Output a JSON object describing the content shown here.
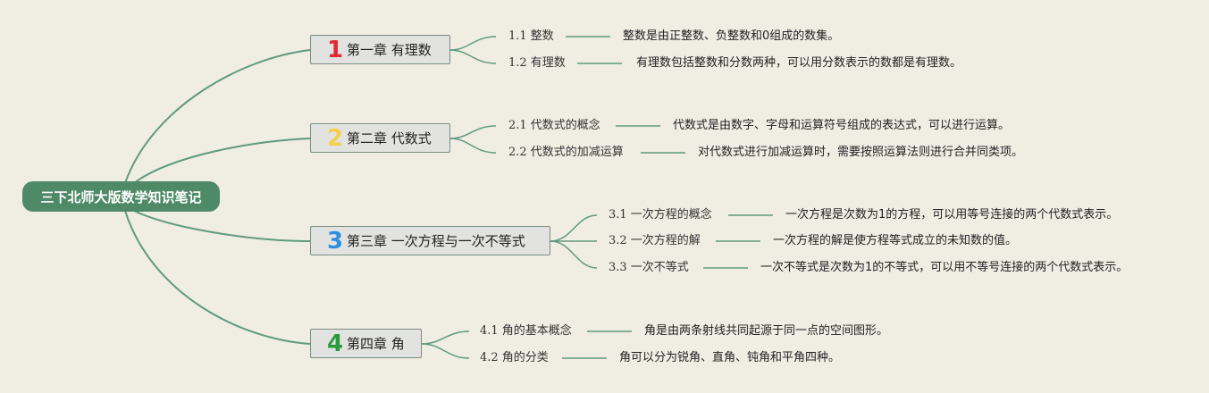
{
  "root": {
    "title": "三下北师大版数学知识笔记"
  },
  "colors": {
    "background": "#f0ede3",
    "root_fill": "#4e8a66",
    "branch_line": "#5f9a80",
    "chapter_fill": "#e2e3e1",
    "chapter_number_colors": [
      "#e02b35",
      "#f4cf4b",
      "#2e8fe0",
      "#2b9a3d"
    ]
  },
  "chapters": [
    {
      "number": "1",
      "title": "第一章 有理数",
      "topics": [
        {
          "label": "1.1 整数",
          "description": "整数是由正整数、负整数和0组成的数集。"
        },
        {
          "label": "1.2 有理数",
          "description": "有理数包括整数和分数两种，可以用分数表示的数都是有理数。"
        }
      ]
    },
    {
      "number": "2",
      "title": "第二章 代数式",
      "topics": [
        {
          "label": "2.1 代数式的概念",
          "description": "代数式是由数字、字母和运算符号组成的表达式，可以进行运算。"
        },
        {
          "label": "2.2 代数式的加减运算",
          "description": "对代数式进行加减运算时，需要按照运算法则进行合并同类项。"
        }
      ]
    },
    {
      "number": "3",
      "title": "第三章 一次方程与一次不等式",
      "topics": [
        {
          "label": "3.1 一次方程的概念",
          "description": "一次方程是次数为1的方程，可以用等号连接的两个代数式表示。"
        },
        {
          "label": "3.2 一次方程的解",
          "description": "一次方程的解是使方程等式成立的未知数的值。"
        },
        {
          "label": "3.3 一次不等式",
          "description": "一次不等式是次数为1的不等式，可以用不等号连接的两个代数式表示。"
        }
      ]
    },
    {
      "number": "4",
      "title": "第四章 角",
      "topics": [
        {
          "label": "4.1 角的基本概念",
          "description": "角是由两条射线共同起源于同一点的空间图形。"
        },
        {
          "label": "4.2 角的分类",
          "description": "角可以分为锐角、直角、钝角和平角四种。"
        }
      ]
    }
  ]
}
